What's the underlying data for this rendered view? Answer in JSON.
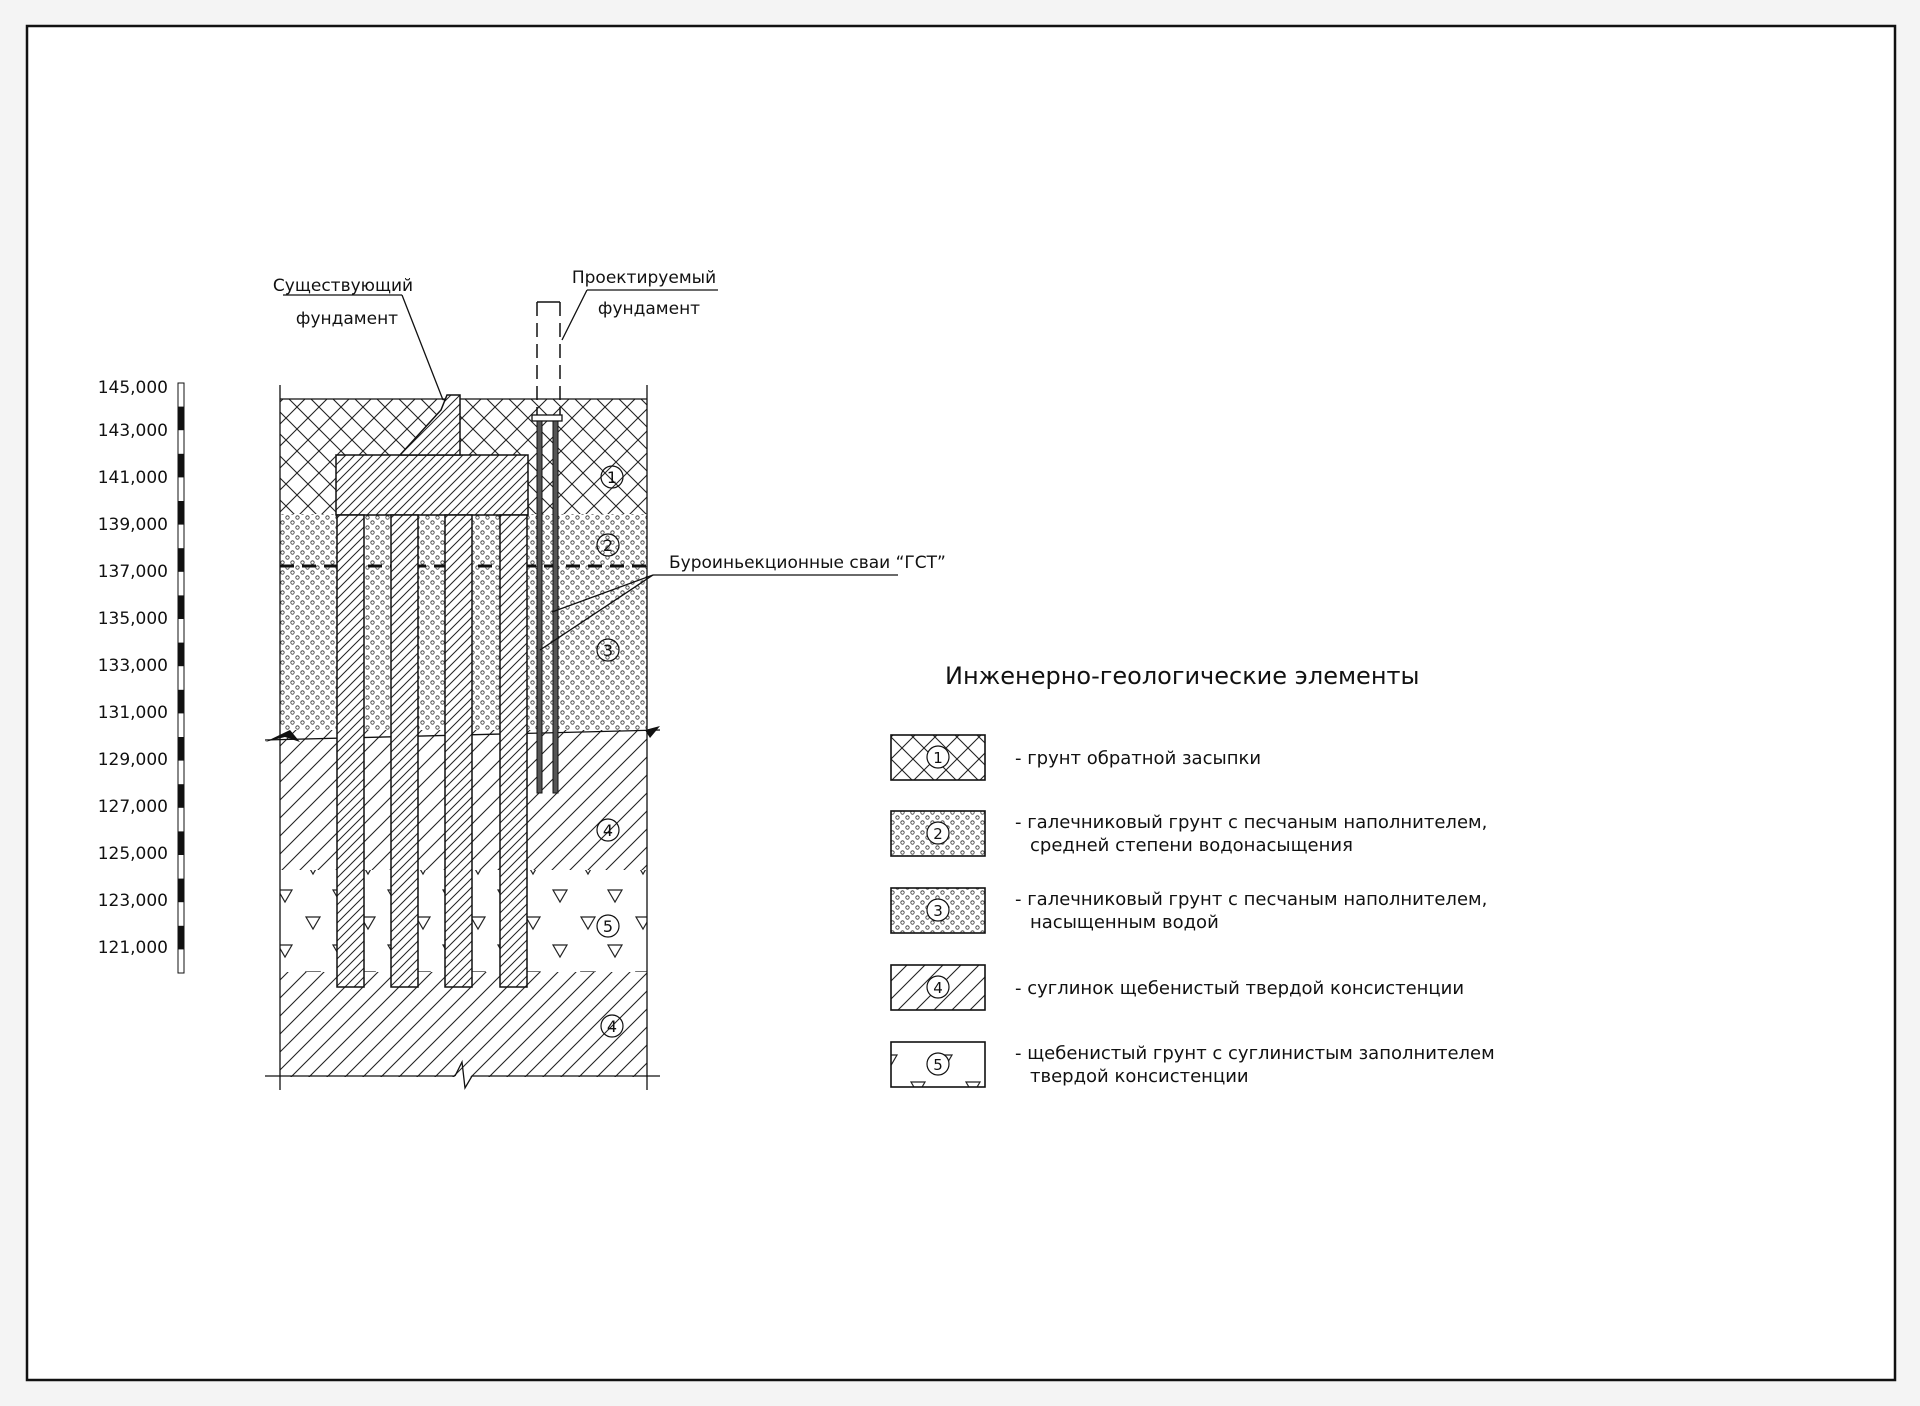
{
  "labels": {
    "existing_foundation": [
      "Существующий",
      "фундамент"
    ],
    "designed_foundation": [
      "Проектируемый",
      "фундамент"
    ],
    "piles": "Буроиньекционные сваи “ГСТ”"
  },
  "scale_labels": [
    "145,000",
    "143,000",
    "141,000",
    "139,000",
    "137,000",
    "135,000",
    "133,000",
    "131,000",
    "129,000",
    "127,000",
    "125,000",
    "123,000",
    "121,000"
  ],
  "layer_markers": [
    "1",
    "2",
    "3",
    "4",
    "5",
    "4"
  ],
  "legend": {
    "title": "Инженерно-геологические элементы",
    "items": [
      {
        "num": "1",
        "pattern": "crosshatch",
        "lines": [
          "- грунт обратной засыпки"
        ]
      },
      {
        "num": "2",
        "pattern": "dots",
        "lines": [
          "- галечниковый грунт с песчаным наполнителем,",
          "средней степени водонасыщения"
        ]
      },
      {
        "num": "3",
        "pattern": "dots",
        "lines": [
          "- галечниковый грунт с песчаным наполнителем,",
          "насыщенным водой"
        ]
      },
      {
        "num": "4",
        "pattern": "diag",
        "lines": [
          "- суглинок щебенистый твердой консистенции"
        ]
      },
      {
        "num": "5",
        "pattern": "triangles",
        "lines": [
          "- щебенистый грунт с суглинистым заполнителем",
          "твердой консистенции"
        ]
      }
    ]
  }
}
